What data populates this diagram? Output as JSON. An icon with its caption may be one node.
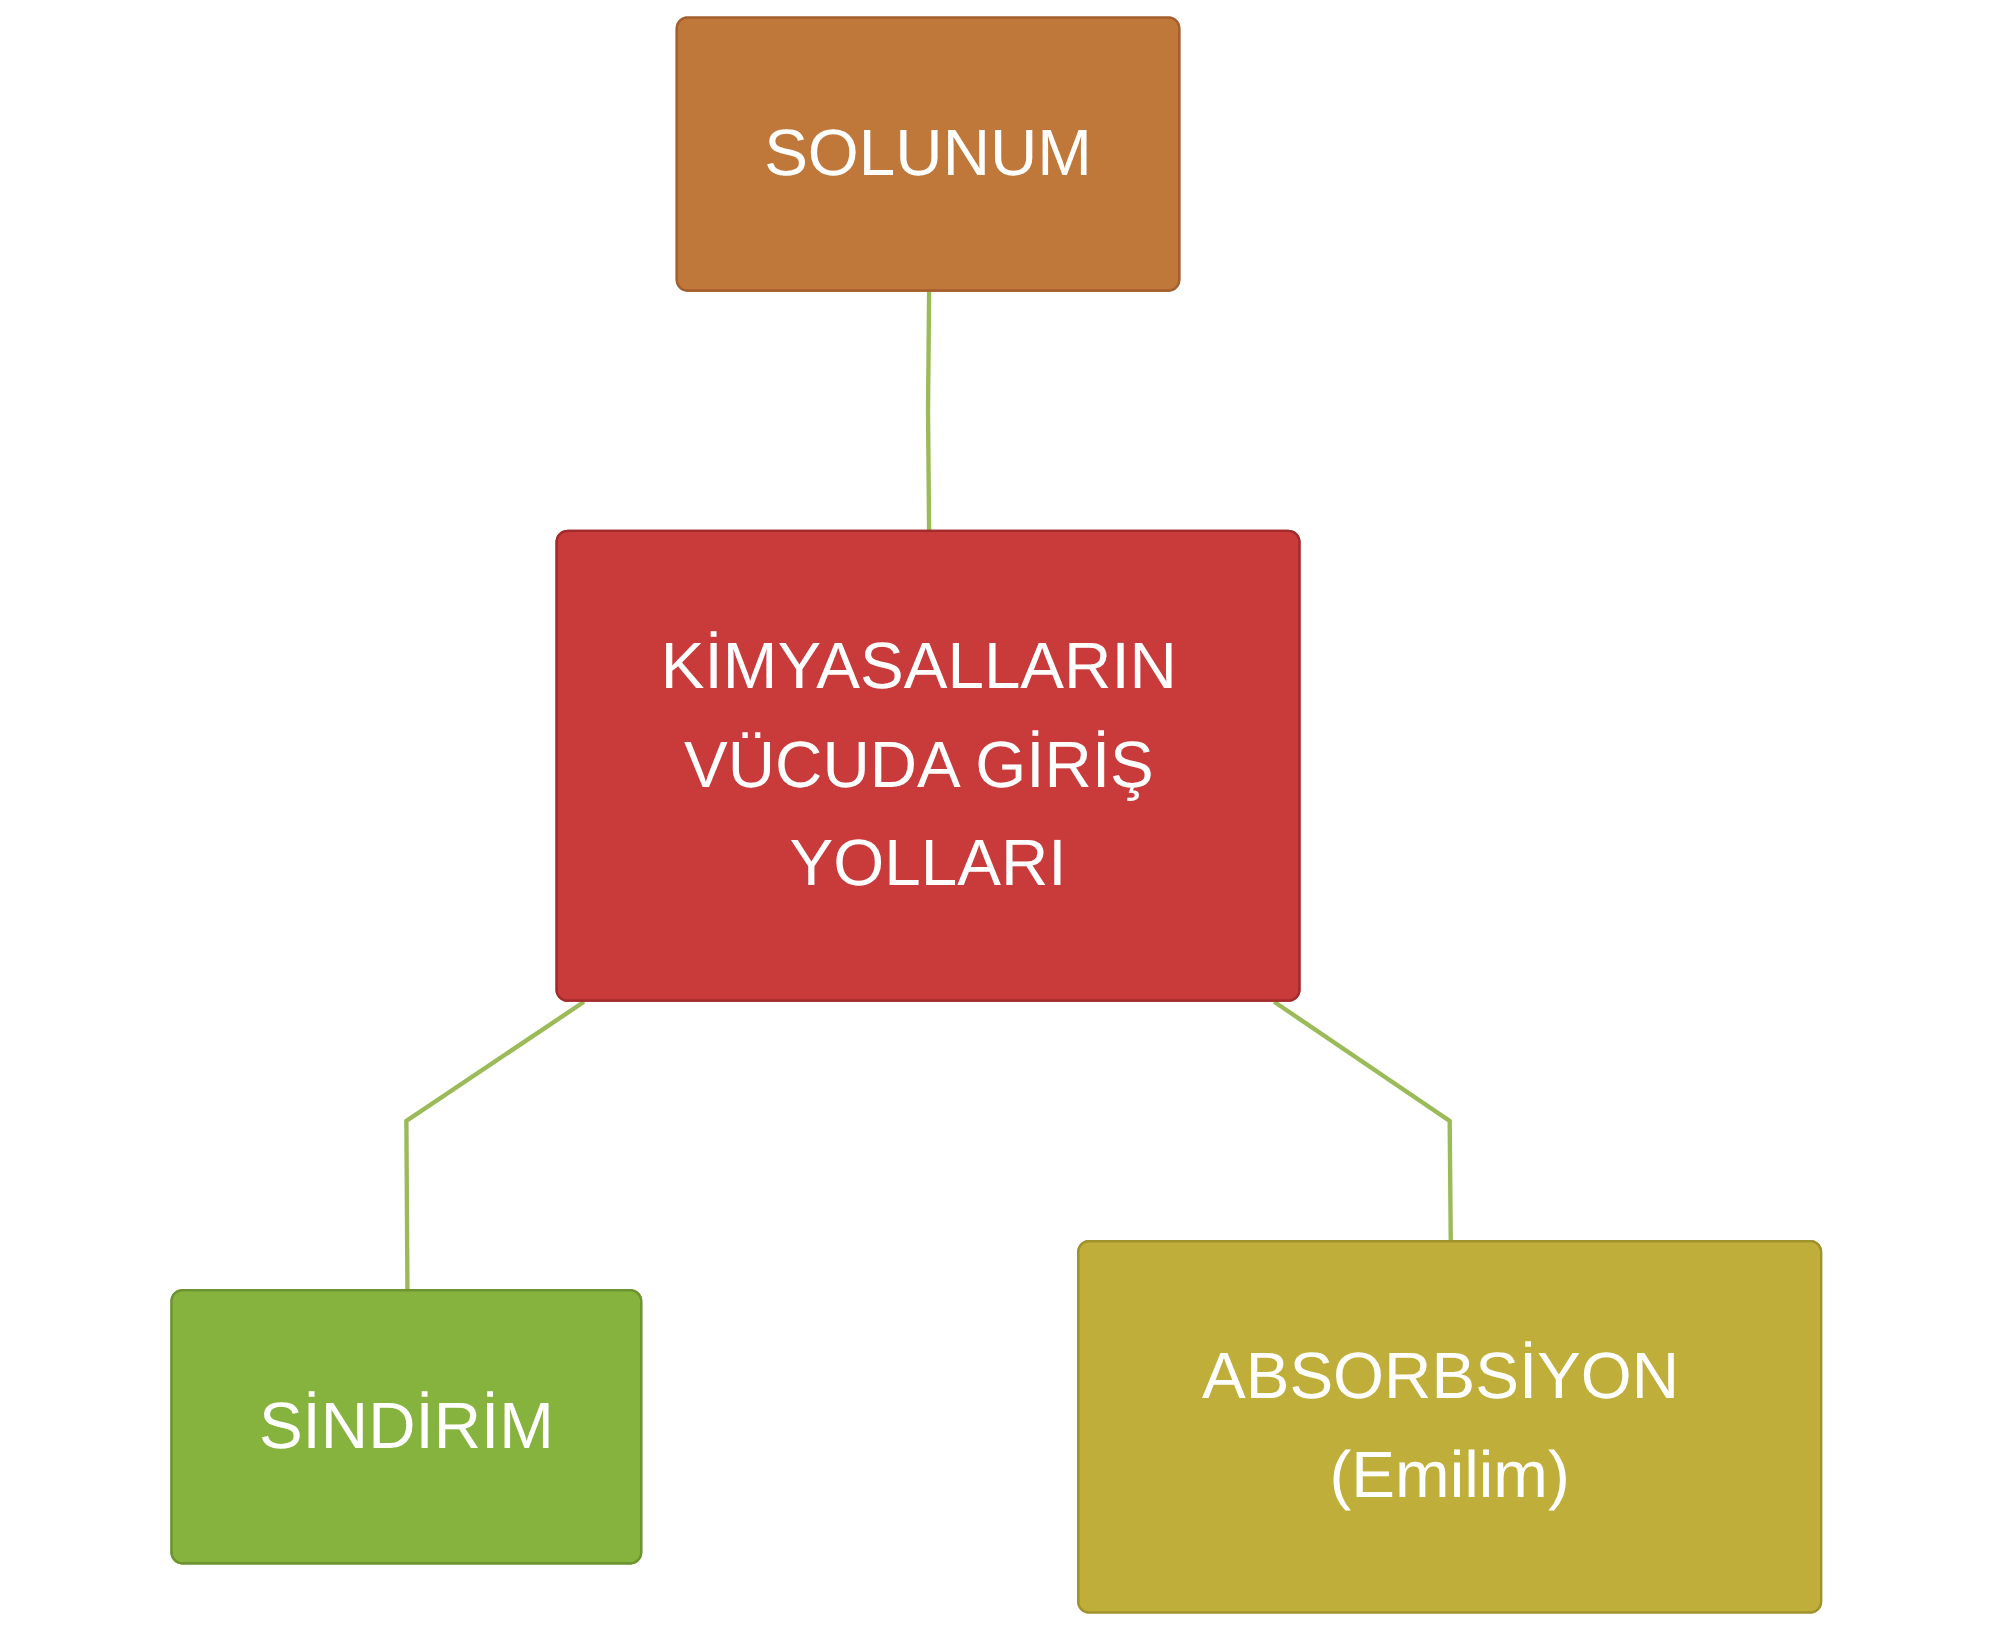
{
  "diagram": {
    "nodes": [
      {
        "text": [
          "SOLUNUM"
        ]
      },
      {
        "text": [
          "KİMYASALLARIN VÜCUDA GİRİŞ YOLLARI"
        ]
      },
      {
        "text": [
          "SİNDİRİM"
        ]
      },
      {
        "text": [
          "ABSORBSİYON (Emilim)"
        ]
      }
    ],
    "edges": [
      {
        "from": 0,
        "to": 1,
        "arrow": "none"
      },
      {
        "from": 1,
        "to": 2,
        "arrow": "none"
      },
      {
        "from": 1,
        "to": 3,
        "arrow": "none"
      }
    ]
  }
}
